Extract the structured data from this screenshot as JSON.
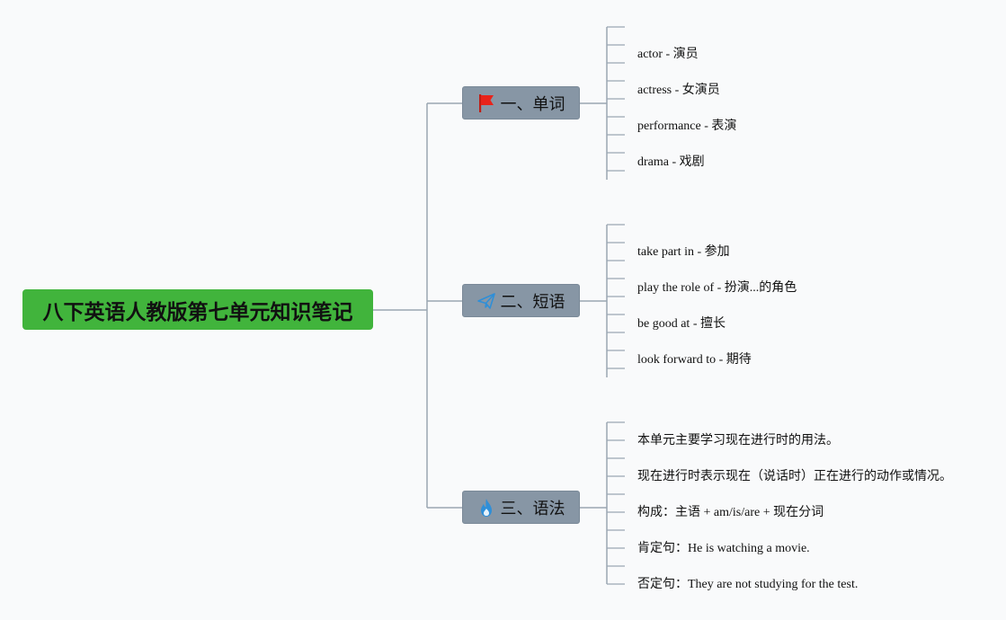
{
  "root": {
    "title": "八下英语人教版第七单元知识笔记"
  },
  "branches": [
    {
      "label": "一、单词",
      "icon": "red-flag-icon",
      "icon_color": "#e8231a",
      "items": [
        "actor - 演员",
        "actress - 女演员",
        "performance - 表演",
        "drama - 戏剧"
      ]
    },
    {
      "label": "二、短语",
      "icon": "paper-plane-icon",
      "icon_color": "#2f8fd8",
      "items": [
        "take part in - 参加",
        "play the role of - 扮演...的角色",
        "be good at - 擅长",
        "look forward to - 期待"
      ]
    },
    {
      "label": "三、语法",
      "icon": "flame-icon",
      "icon_color": "#2f8fd8",
      "items": [
        "本单元主要学习现在进行时的用法。",
        "现在进行时表示现在（说话时）正在进行的动作或情况。",
        "构成：主语 + am/is/are + 现在分词",
        "肯定句：He is watching a movie.",
        "否定句：They are not studying for the test."
      ]
    }
  ],
  "colors": {
    "root_bg": "#41b43c",
    "branch_bg": "#8796a5",
    "connector": "#9aa6b2",
    "background": "#f9fafb"
  }
}
